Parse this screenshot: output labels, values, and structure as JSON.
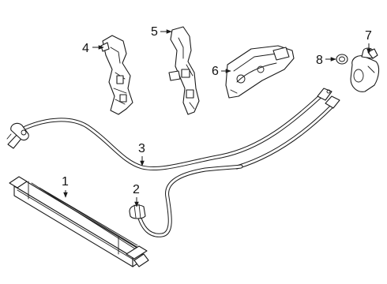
{
  "diagram": {
    "callouts": [
      {
        "id": "1",
        "part": "transmission-cooler"
      },
      {
        "id": "2",
        "part": "cooler-inlet-hose"
      },
      {
        "id": "3",
        "part": "cooler-outlet-line"
      },
      {
        "id": "4",
        "part": "line-bracket-left"
      },
      {
        "id": "5",
        "part": "line-bracket-right"
      },
      {
        "id": "6",
        "part": "line-support-bracket"
      },
      {
        "id": "7",
        "part": "line-connector-fitting"
      },
      {
        "id": "8",
        "part": "o-ring-seal"
      }
    ],
    "line_color": "#1a1a1a",
    "background": "#ffffff"
  }
}
